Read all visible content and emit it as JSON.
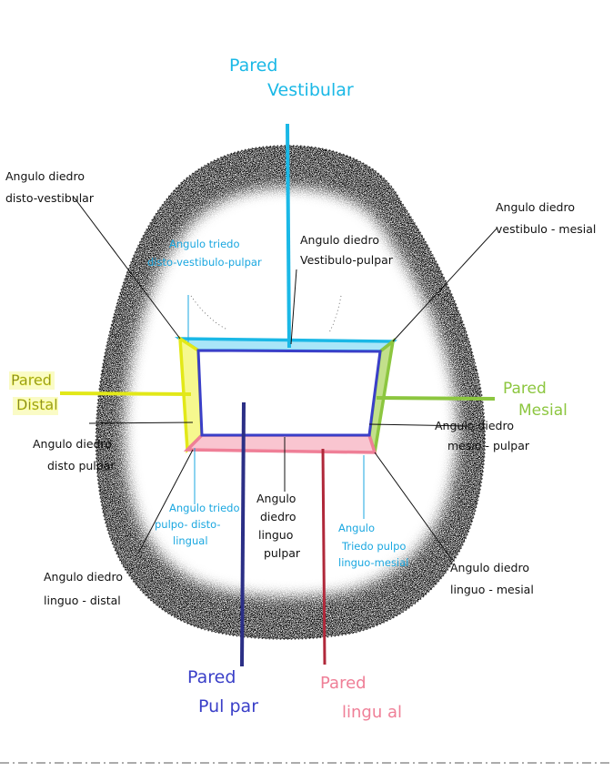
{
  "walls": {
    "vestibular": {
      "line1": "Pared",
      "line2": "Vestibular",
      "color": "#1ab8e6"
    },
    "distal": {
      "line1": "Pared",
      "line2": "Distal",
      "color": "#e8ee1a"
    },
    "mesial": {
      "line1": "Pared",
      "line2": "Mesial",
      "color": "#8cc63f"
    },
    "pulpar": {
      "line1": "Pared",
      "line2": "Pul par",
      "color": "#3a3fc8"
    },
    "lingual": {
      "line1": "Pared",
      "line2": "lingu al",
      "color": "#ef7f97"
    }
  },
  "dihedral_angles": {
    "disto_vestibular": {
      "line1": "Angulo diedro",
      "line2": "disto-vestibular"
    },
    "vestibulo_pulpar": {
      "line1": "Angulo diedro",
      "line2": "Vestibulo-pulpar"
    },
    "vestibulo_mesial": {
      "line1": "Angulo diedro",
      "line2": "vestibulo - mesial"
    },
    "disto_pulpar": {
      "line1": "Angulo diedro",
      "line2": "disto pulpar"
    },
    "mesio_pulpar": {
      "line1": "Angulo diedro",
      "line2": "mesio - pulpar"
    },
    "linguo_pulpar": {
      "line1": "Angulo",
      "line2": "diedro",
      "line3": "linguo",
      "line4": "pulpar"
    },
    "linguo_distal": {
      "line1": "Angulo diedro",
      "line2": "linguo - distal"
    },
    "linguo_mesial": {
      "line1": "Angulo diedro",
      "line2": "linguo - mesial"
    }
  },
  "triedral_angles": {
    "disto_vestibulo_pulpar": {
      "line1": "Angulo triedo",
      "line2": "disto-vestibulo-pulpar"
    },
    "pulpo_disto_lingual": {
      "line1": "Angulo triedo",
      "line2": "pulpo- disto-",
      "line3": "lingual"
    },
    "linguo_mesial": {
      "line1": "Angulo",
      "line2": "Triedo pulpo",
      "line3": "linguo-mesial"
    }
  },
  "colors": {
    "label_text": "#111111",
    "triedral_text": "#1aa7e0",
    "vestibular_wall": "#1ab8e6",
    "distal_wall": "#e8ee1a",
    "mesial_wall": "#8cc63f",
    "pulpar_wall": "#3a3fc8",
    "lingual_wall": "#ef7f97"
  }
}
